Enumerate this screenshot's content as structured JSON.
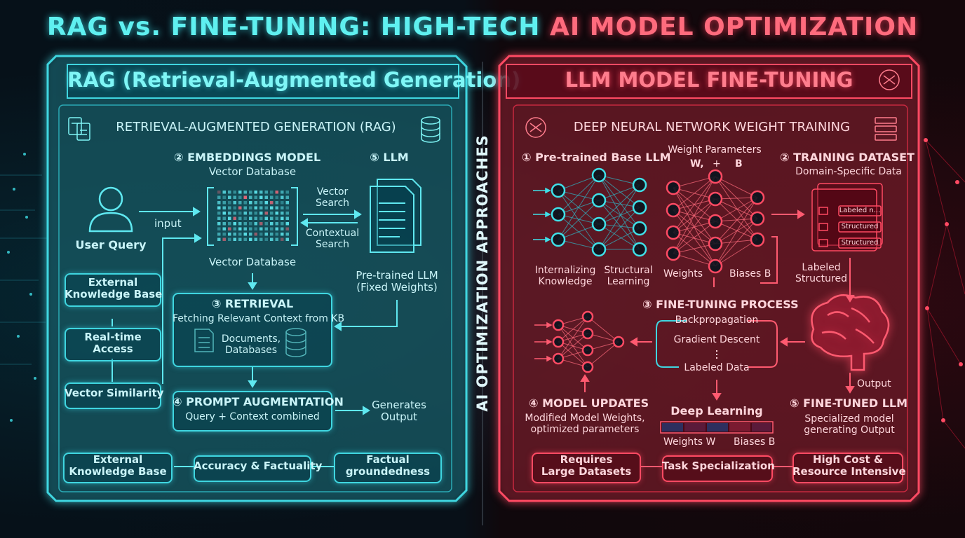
{
  "title": {
    "part1": "RAG vs. FINE-TUNING: HIGH-TECH ",
    "part2": "AI MODEL OPTIMIZATION"
  },
  "divider_label": "AI OPTIMIZATION APPROACHES",
  "rag": {
    "panel_title": "RAG (Retrieval-Augmented Generation)",
    "section_title": "RETRIEVAL-AUGMENTED GENERATION (RAG)",
    "user_query": "User Query",
    "input_label": "input",
    "embeddings_title": "② EMBEDDINGS MODEL",
    "vector_db_top": "Vector Database",
    "vector_db_bottom": "Vector Database",
    "vector_search": "Vector\nSearch",
    "contextual_search": "Contextual\nSearch",
    "llm_title": "⑤ LLM",
    "pretrained_llm": "Pre-trained LLM\n(Fixed Weights)",
    "retrieval_title": "③ RETRIEVAL",
    "retrieval_sub": "Fetching Relevant Context from KB",
    "docs_dbs": "Documents,\nDatabases",
    "prompt_title": "④ PROMPT AUGMENTATION",
    "prompt_sub": "Query + Context combined",
    "generates_output": "Generates\nOutput",
    "side_items": [
      "External\nKnowledge Base",
      "Real-time\nAccess",
      "Vector Similarity"
    ],
    "bottom_items": [
      "External\nKnowledge Base",
      "Accuracy & Factuality",
      "Factual\ngroundedness"
    ]
  },
  "ft": {
    "panel_title": "LLM MODEL FINE-TUNING",
    "section_title": "DEEP NEURAL NETWORK WEIGHT TRAINING",
    "pretrained_title": "① Pre-trained Base LLM",
    "weight_params": "Weight Parameters",
    "w_label": "W,",
    "plus": "+",
    "b_label": "B",
    "internalizing": "Internalizing\nKnowledge",
    "structural": "Structural\nLearning",
    "weights": "Weights",
    "biases": "Biases B",
    "training_title": "② TRAINING DATASET",
    "training_sub": "Domain-Specific Data",
    "dataset_rows": [
      "Labeled n...",
      "Structured",
      "Structured"
    ],
    "labeled_structured": "Labeled\nStructured",
    "process_title": "③ FINE-TUNING PROCESS",
    "backprop": "Backpropagation",
    "gradient": "Gradient Descent",
    "labeled_data": "Labeled Data",
    "output_label": "Output",
    "updates_title": "④ MODEL UPDATES",
    "updates_sub": "Modified Model Weights,\noptimized parameters",
    "deep_learning": "Deep Learning",
    "weights_w": "Weights W",
    "biases_b": "Biases B",
    "finetuned_title": "⑤ FINE-TUNED LLM",
    "finetuned_sub": "Specialized model\ngenerating Output",
    "bottom_items": [
      "Requires\nLarge Datasets",
      "Task Specialization",
      "High Cost &\nResource Intensive"
    ]
  },
  "colors": {
    "cyan": "#3fd6e0",
    "red": "#ff4a63",
    "background": "#070d14"
  }
}
